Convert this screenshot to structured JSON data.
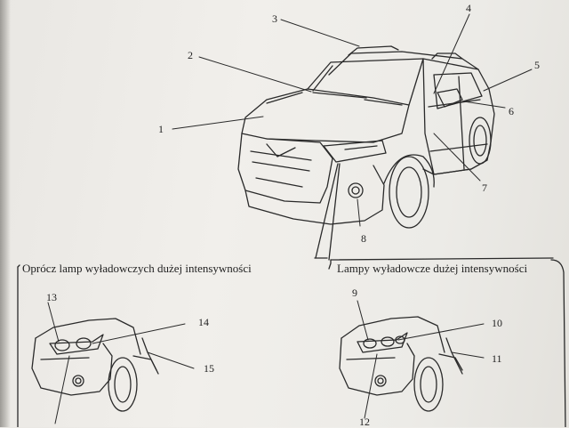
{
  "callouts": {
    "n1": "1",
    "n2": "2",
    "n3": "3",
    "n4": "4",
    "n5": "5",
    "n6": "6",
    "n7": "7",
    "n8": "8",
    "n9": "9",
    "n10": "10",
    "n11": "11",
    "n12": "12",
    "n13": "13",
    "n14": "14",
    "n15": "15"
  },
  "panels": {
    "left_title": "Oprócz lamp wyładowczych dużej intensywności",
    "right_title": "Lampy wyładowcze dużej intensywności"
  }
}
